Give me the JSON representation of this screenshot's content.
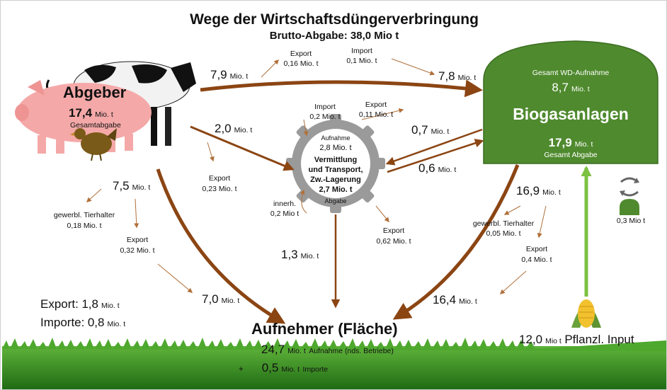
{
  "title": "Wege der Wirtschaftsdüngerverbringung",
  "subtitle": "Brutto-Abgabe: 38,0 Mio t",
  "unit": "Mio. t",
  "abgeber": {
    "label": "Abgeber",
    "value": "17,4",
    "unit": "Mio. t",
    "sub": "Gesamtabgabe"
  },
  "biogas": {
    "label": "Biogasanlagen",
    "intake_label": "Gesamt WD-Aufnahme",
    "intake_value": "8,7",
    "intake_unit": "Mio. t",
    "output_value": "17,9",
    "output_unit": "Mio. t",
    "output_label": "Gesamt Abgabe"
  },
  "gear": {
    "aufnahme_label": "Aufnahme",
    "aufnahme_value": "2,8 Mio. t",
    "line1": "Vermittlung",
    "line2": "und Transport,",
    "line3": "Zw.-Lagerung",
    "line4": "2,7 Mio. t",
    "abgabe_label": "Abgabe"
  },
  "flows": {
    "abg_to_bio": "7,9",
    "bio_in": "7,8",
    "abg_to_gear": "2,0",
    "abg_left": "7,5",
    "gear_to_field": "1,3",
    "field_left": "7,0",
    "bio_to_gear": "0,7",
    "gear_to_bio": "0,6",
    "bio_down": "16,9",
    "bio_to_field": "16,4"
  },
  "small_flows": {
    "export_top_label": "Export",
    "export_top_value": "0,16 Mio. t",
    "import_top_label": "Import",
    "import_top_value": "0,1 Mio. t",
    "import_gear_label": "Import",
    "import_gear_value": "0,2 Mio. t",
    "export_gear_label": "Export",
    "export_gear_value": "0,11 Mio. t",
    "export_mid_label": "Export",
    "export_mid_value": "0,23 Mio. t",
    "innerh_label": "innerh.",
    "innerh_value": "0,2 Mio t",
    "export_gear_down_label": "Export",
    "export_gear_down_value": "0,62 Mio. t",
    "gewerbl_left_label": "gewerbl. Tierhalter",
    "gewerbl_left_value": "0,18 Mio. t",
    "export_left_label": "Export",
    "export_left_value": "0,32 Mio. t",
    "gewerbl_right_label": "gewerbl. Tierhalter",
    "gewerbl_right_value": "0,05 Mio. t",
    "export_right_label": "Export",
    "export_right_value": "0,4 Mio. t",
    "recycle_value": "0,3 Mio t"
  },
  "totals": {
    "export_label": "Export:",
    "export_value": "1,8",
    "import_label": "Importe:",
    "import_value": "0,8",
    "unit": "Mio. t"
  },
  "aufnehmer": {
    "label": "Aufnehmer (Fläche)",
    "value1": "24,7",
    "unit1": "Mio. t",
    "desc1": "Aufnahme (nds. Betriebe)",
    "plus": "+",
    "value2": "0,5",
    "unit2": "Mio. t",
    "desc2": "Importe"
  },
  "plant_input": {
    "value": "12,0",
    "unit": "Mio t",
    "label": "Pflanzl. Input"
  },
  "colors": {
    "arrow": "#8b4513",
    "biogas": "#4f8a2e",
    "grass": "#2f8a1f",
    "gear": "#9a9a9a",
    "pig": "#f4a9a8",
    "green_arrow": "#7cc142"
  }
}
